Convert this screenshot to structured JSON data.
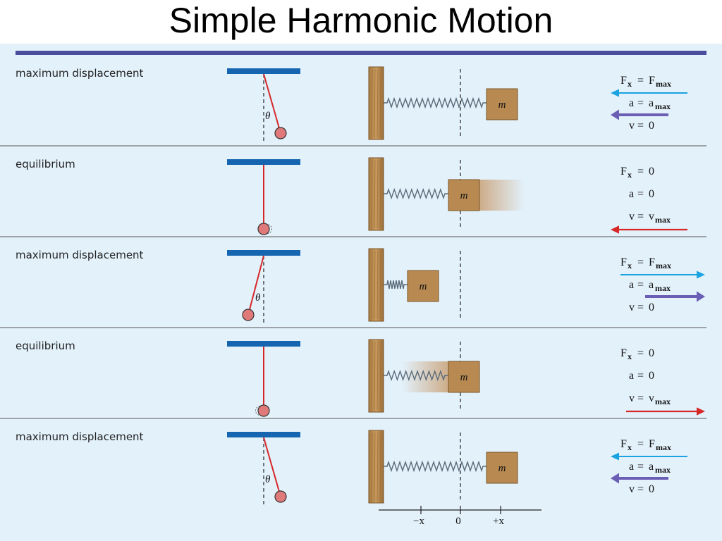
{
  "title": "Simple Harmonic Motion",
  "colors": {
    "background": "#e3f1fb",
    "top_bar": "#4b4c9e",
    "ceiling": "#1565b0",
    "pendulum_string": "#d62828",
    "bob": "#e07a7a",
    "wall": "#b98a4e",
    "block": "#b88a52",
    "spring": "#5a6a78",
    "force_arrow": "#1aa3e0",
    "accel_arrow": "#6a5eb5",
    "velocity_arrow": "#d62828"
  },
  "rows": [
    {
      "label": "maximum displacement",
      "pendulum_side": "right",
      "angle_label": "θ",
      "block_position": "+x",
      "mass_label": "m",
      "force": {
        "F": "F",
        "sub_x": "x",
        "eq": "=",
        "rhs": "F",
        "rhs_sub": "max",
        "arrow": "left"
      },
      "accel": {
        "lhs": "a",
        "eq": "=",
        "rhs": "a",
        "rhs_sub": "max",
        "arrow": "left"
      },
      "velocity": {
        "lhs": "v",
        "eq": "=",
        "rhs": "0",
        "rhs_sub": "",
        "arrow": "none"
      }
    },
    {
      "label": "equilibrium",
      "pendulum_side": "center",
      "angle_label": "",
      "block_position": "0",
      "mass_label": "m",
      "force": {
        "F": "F",
        "sub_x": "x",
        "eq": "=",
        "rhs": "0",
        "rhs_sub": "",
        "arrow": "none"
      },
      "accel": {
        "lhs": "a",
        "eq": "=",
        "rhs": "0",
        "rhs_sub": "",
        "arrow": "none"
      },
      "velocity": {
        "lhs": "v",
        "eq": "=",
        "rhs": "v",
        "rhs_sub": "max",
        "arrow": "left"
      }
    },
    {
      "label": "maximum displacement",
      "pendulum_side": "left",
      "angle_label": "θ",
      "block_position": "-x",
      "mass_label": "m",
      "force": {
        "F": "F",
        "sub_x": "x",
        "eq": "=",
        "rhs": "F",
        "rhs_sub": "max",
        "arrow": "right"
      },
      "accel": {
        "lhs": "a",
        "eq": "=",
        "rhs": "a",
        "rhs_sub": "max",
        "arrow": "right"
      },
      "velocity": {
        "lhs": "v",
        "eq": "=",
        "rhs": "0",
        "rhs_sub": "",
        "arrow": "none"
      }
    },
    {
      "label": "equilibrium",
      "pendulum_side": "center",
      "angle_label": "",
      "block_position": "0",
      "mass_label": "m",
      "force": {
        "F": "F",
        "sub_x": "x",
        "eq": "=",
        "rhs": "0",
        "rhs_sub": "",
        "arrow": "none"
      },
      "accel": {
        "lhs": "a",
        "eq": "=",
        "rhs": "0",
        "rhs_sub": "",
        "arrow": "none"
      },
      "velocity": {
        "lhs": "v",
        "eq": "=",
        "rhs": "v",
        "rhs_sub": "max",
        "arrow": "right"
      }
    },
    {
      "label": "maximum displacement",
      "pendulum_side": "right",
      "angle_label": "θ",
      "block_position": "+x",
      "mass_label": "m",
      "force": {
        "F": "F",
        "sub_x": "x",
        "eq": "=",
        "rhs": "F",
        "rhs_sub": "max",
        "arrow": "left"
      },
      "accel": {
        "lhs": "a",
        "eq": "=",
        "rhs": "a",
        "rhs_sub": "max",
        "arrow": "left"
      },
      "velocity": {
        "lhs": "v",
        "eq": "=",
        "rhs": "0",
        "rhs_sub": "",
        "arrow": "none"
      }
    }
  ],
  "axis": {
    "ticks": [
      "−x",
      "0",
      "+x"
    ]
  }
}
